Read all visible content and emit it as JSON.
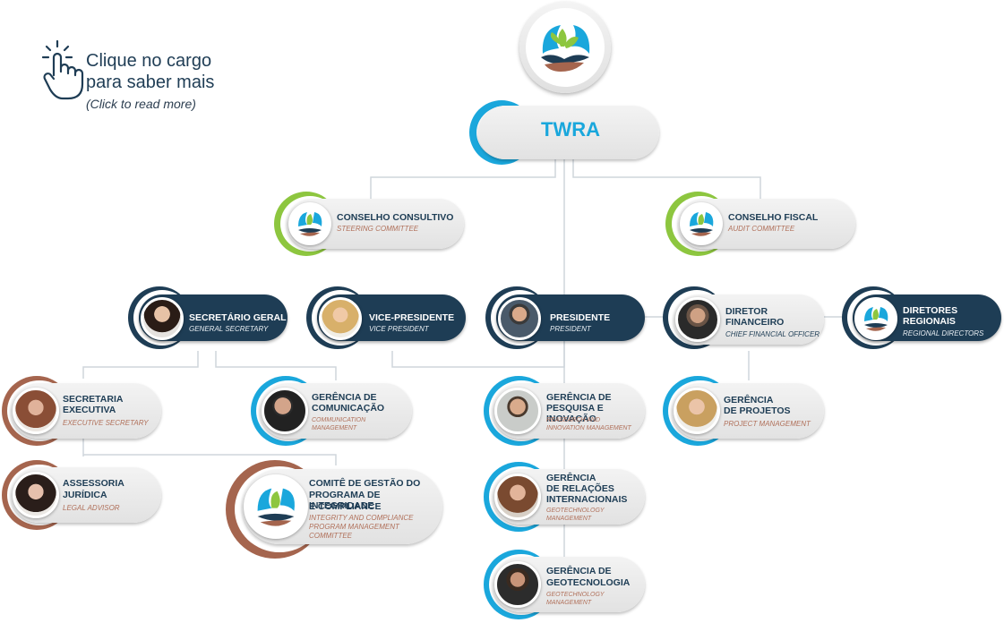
{
  "hint": {
    "line1": "Clique no cargo",
    "line2": "para saber mais",
    "sub": "(Click to read more)"
  },
  "colors": {
    "navy": "#1e3d55",
    "blue": "#1aa7dc",
    "green": "#8dc63f",
    "brown": "#a5654e",
    "muted_text": "#b0705a"
  },
  "root": {
    "label": "TWRA"
  },
  "council": {
    "consultivo": {
      "title": "CONSELHO CONSULTIVO",
      "sub": "STEERING COMMITTEE"
    },
    "fiscal": {
      "title": "CONSELHO FISCAL",
      "sub": "AUDIT COMMITTEE"
    }
  },
  "executives": {
    "secretario": {
      "title": "SECRETÁRIO GERAL",
      "sub": "GENERAL SECRETARY"
    },
    "vice": {
      "title": "VICE-PRESIDENTE",
      "sub": "VICE PRESIDENT"
    },
    "presidente": {
      "title": "PRESIDENTE",
      "sub": "PRESIDENT"
    },
    "diretor_l1": "DIRETOR",
    "diretor_l2": "FINANCEIRO",
    "diretor_sub": "CHIEF FINANCIAL OFFICER",
    "regionais_l1": "DIRETORES",
    "regionais_l2": "REGIONAIS",
    "regionais_sub": "REGIONAL DIRECTORS"
  },
  "units": {
    "secretaria_l1": "SECRETARIA",
    "secretaria_l2": "EXECUTIVA",
    "secretaria_sub": "EXECUTIVE SECRETARY",
    "assessoria_l1": "ASSESSORIA",
    "assessoria_l2": "JURÍDICA",
    "assessoria_sub": "LEGAL ADVISOR",
    "comunicacao_l1": "GERÊNCIA DE",
    "comunicacao_l2": "COMUNICAÇÃO",
    "comunicacao_sub1": "COMMUNICATION",
    "comunicacao_sub2": "MANAGEMENT",
    "comite_l1": "COMITÊ DE GESTÃO DO",
    "comite_l2": "PROGRAMA DE INTEGRIDADE",
    "comite_l3": "E COMPLIANCE",
    "comite_sub1": "INTEGRITY AND COMPLIANCE",
    "comite_sub2": "PROGRAM MANAGEMENT",
    "comite_sub3": "COMMITTEE",
    "pesquisa_l1": "GERÊNCIA DE",
    "pesquisa_l2": "PESQUISA E INOVAÇÃO",
    "pesquisa_sub1": "REASEARCH AND",
    "pesquisa_sub2": "INNOVATION MANAGEMENT",
    "relacoes_l1": "GERÊNCIA",
    "relacoes_l2": "DE RELAÇÕES",
    "relacoes_l3": "INTERNACIONAIS",
    "relacoes_sub1": "GEOTECHNOLOGY",
    "relacoes_sub2": "MANAGEMENT",
    "geotec_l1": "GERÊNCIA DE",
    "geotec_l2": "GEOTECNOLOGIA",
    "geotec_sub1": "GEOTECHNOLOGY",
    "geotec_sub2": "MANAGEMENT",
    "projetos_l1": "GERÊNCIA",
    "projetos_l2": "DE PROJETOS",
    "projetos_sub": "PROJECT MANAGEMENT"
  }
}
